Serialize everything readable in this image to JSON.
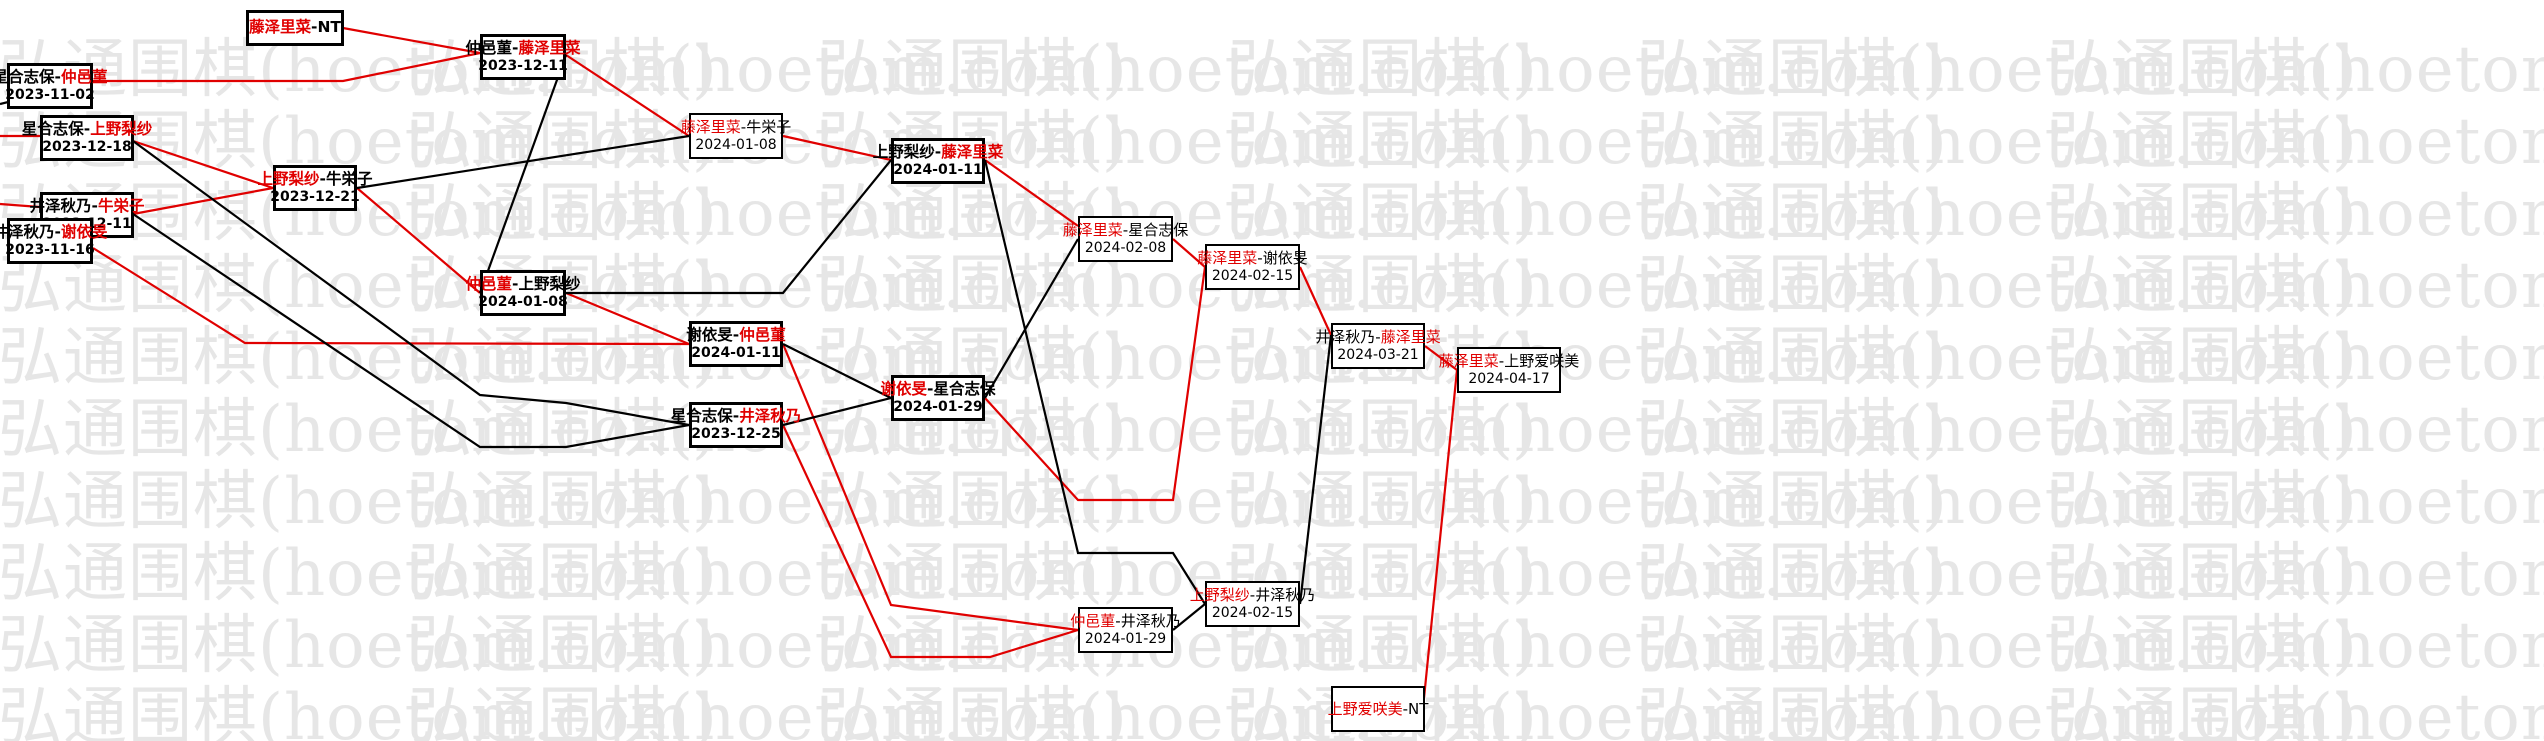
{
  "watermark_text": "弘通围棋(hoetom.com)",
  "colors": {
    "winner": "#e00000",
    "loser": "#000000",
    "red_line": "#e00000",
    "black_line": "#000000"
  },
  "nodes": [
    {
      "id": "n1",
      "p1": "藤泽里菜",
      "p2": "NT",
      "winner": 1,
      "date": ""
    },
    {
      "id": "n2",
      "p1": "星合志保",
      "p2": "仲邑菫",
      "winner": 2,
      "date": "2023-11-02"
    },
    {
      "id": "n3",
      "p1": "星合志保",
      "p2": "上野梨纱",
      "winner": 2,
      "date": "2023-12-18"
    },
    {
      "id": "n4",
      "p1": "井泽秋乃",
      "p2": "牛栄子",
      "winner": 2,
      "date": "2023-12-11"
    },
    {
      "id": "n5",
      "p1": "井泽秋乃",
      "p2": "谢依旻",
      "winner": 2,
      "date": "2023-11-16"
    },
    {
      "id": "n6",
      "p1": "仲邑菫",
      "p2": "藤泽里菜",
      "winner": 2,
      "date": "2023-12-11"
    },
    {
      "id": "n7",
      "p1": "上野梨纱",
      "p2": "牛栄子",
      "winner": 1,
      "date": "2023-12-21"
    },
    {
      "id": "n8",
      "p1": "仲邑菫",
      "p2": "上野梨纱",
      "winner": 1,
      "date": "2024-01-08"
    },
    {
      "id": "n9",
      "p1": "藤泽里菜",
      "p2": "牛栄子",
      "winner": 1,
      "date": "2024-01-08"
    },
    {
      "id": "n10",
      "p1": "谢依旻",
      "p2": "仲邑菫",
      "winner": 2,
      "date": "2024-01-11"
    },
    {
      "id": "n11",
      "p1": "星合志保",
      "p2": "井泽秋乃",
      "winner": 2,
      "date": "2023-12-25"
    },
    {
      "id": "n12",
      "p1": "上野梨纱",
      "p2": "藤泽里菜",
      "winner": 2,
      "date": "2024-01-11"
    },
    {
      "id": "n13",
      "p1": "谢依旻",
      "p2": "星合志保",
      "winner": 1,
      "date": "2024-01-29"
    },
    {
      "id": "n14",
      "p1": "藤泽里菜",
      "p2": "星合志保",
      "winner": 1,
      "date": "2024-02-08"
    },
    {
      "id": "n15",
      "p1": "仲邑菫",
      "p2": "井泽秋乃",
      "winner": 1,
      "date": "2024-01-29"
    },
    {
      "id": "n16",
      "p1": "藤泽里菜",
      "p2": "谢依旻",
      "winner": 1,
      "date": "2024-02-15"
    },
    {
      "id": "n17",
      "p1": "上野梨纱",
      "p2": "井泽秋乃",
      "winner": 1,
      "date": "2024-02-15"
    },
    {
      "id": "n18",
      "p1": "井泽秋乃",
      "p2": "藤泽里菜",
      "winner": 2,
      "date": "2024-03-21"
    },
    {
      "id": "n19",
      "p1": "上野爱咲美",
      "p2": "NT",
      "winner": 1,
      "date": ""
    },
    {
      "id": "n20",
      "p1": "藤泽里菜",
      "p2": "上野爱咲美",
      "winner": 1,
      "date": "2024-04-17"
    }
  ]
}
